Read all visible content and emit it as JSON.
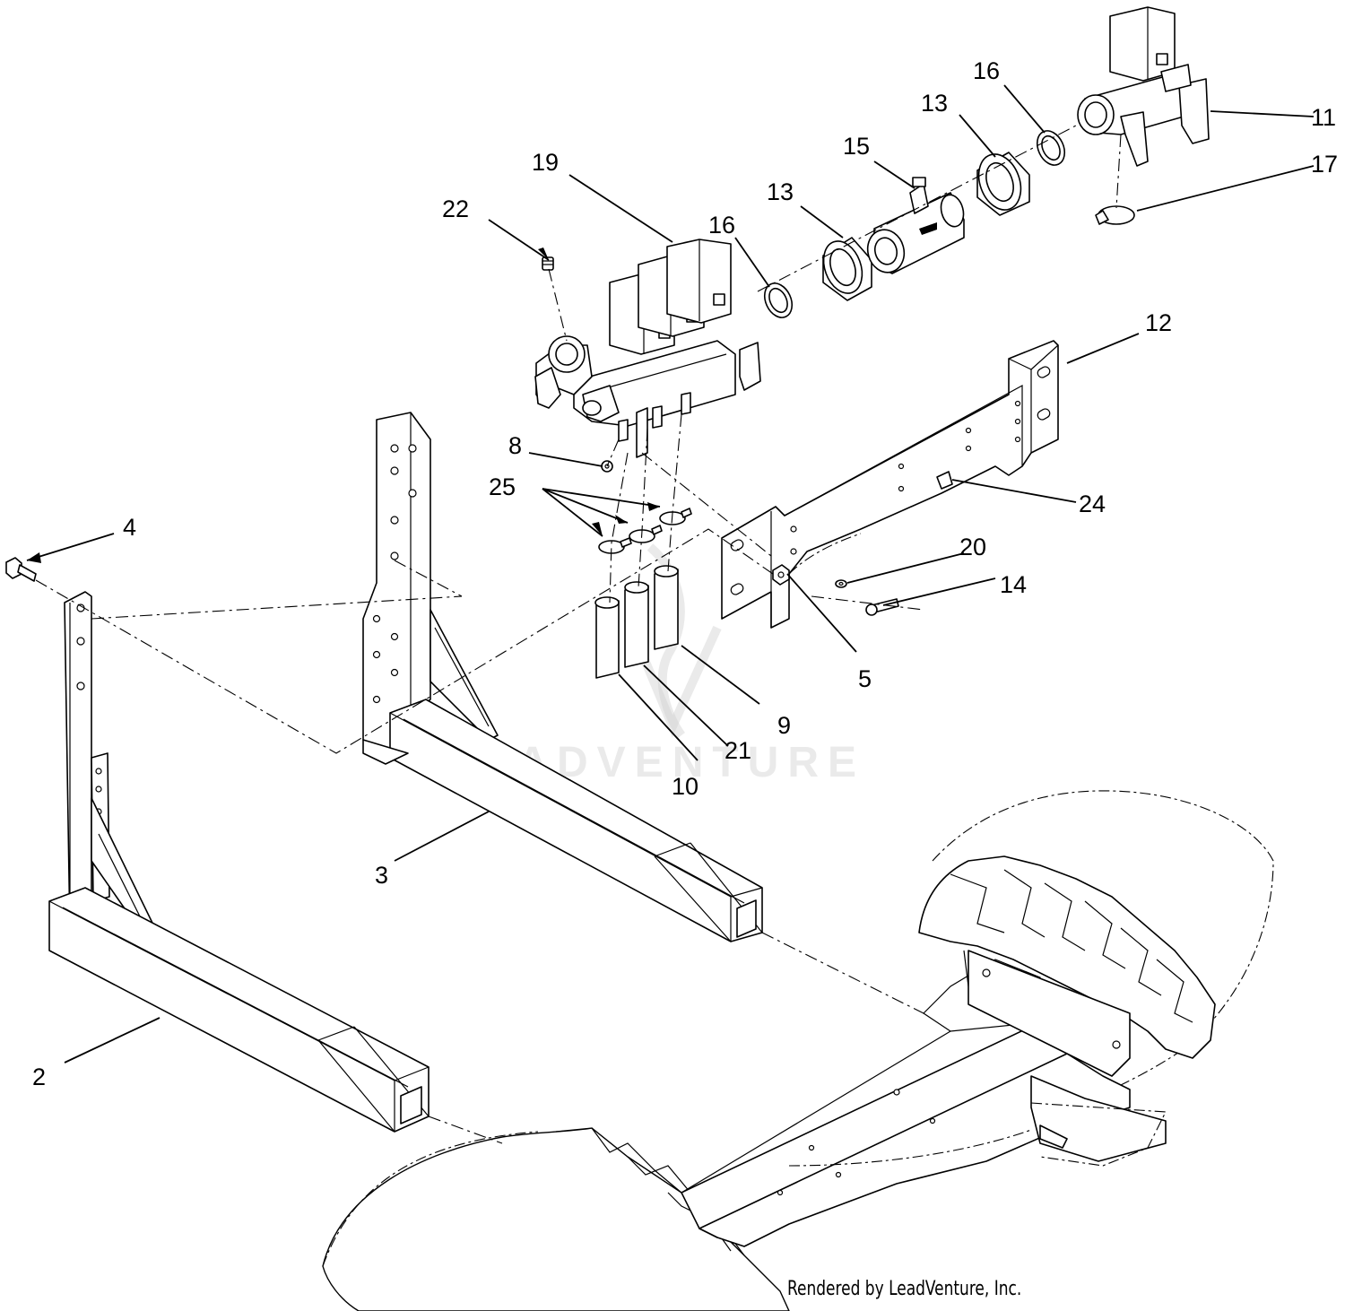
{
  "callouts": {
    "c2": "2",
    "c3": "3",
    "c4": "4",
    "c5": "5",
    "c8": "8",
    "c9": "9",
    "c10": "10",
    "c11": "11",
    "c12": "12",
    "c13a": "13",
    "c13b": "13",
    "c14": "14",
    "c15": "15",
    "c16a": "16",
    "c16b": "16",
    "c17": "17",
    "c19": "19",
    "c20": "20",
    "c21": "21",
    "c22": "22",
    "c24": "24",
    "c25": "25"
  },
  "watermark": "LEADVENTURE",
  "credit": "Rendered by LeadVenture, Inc."
}
